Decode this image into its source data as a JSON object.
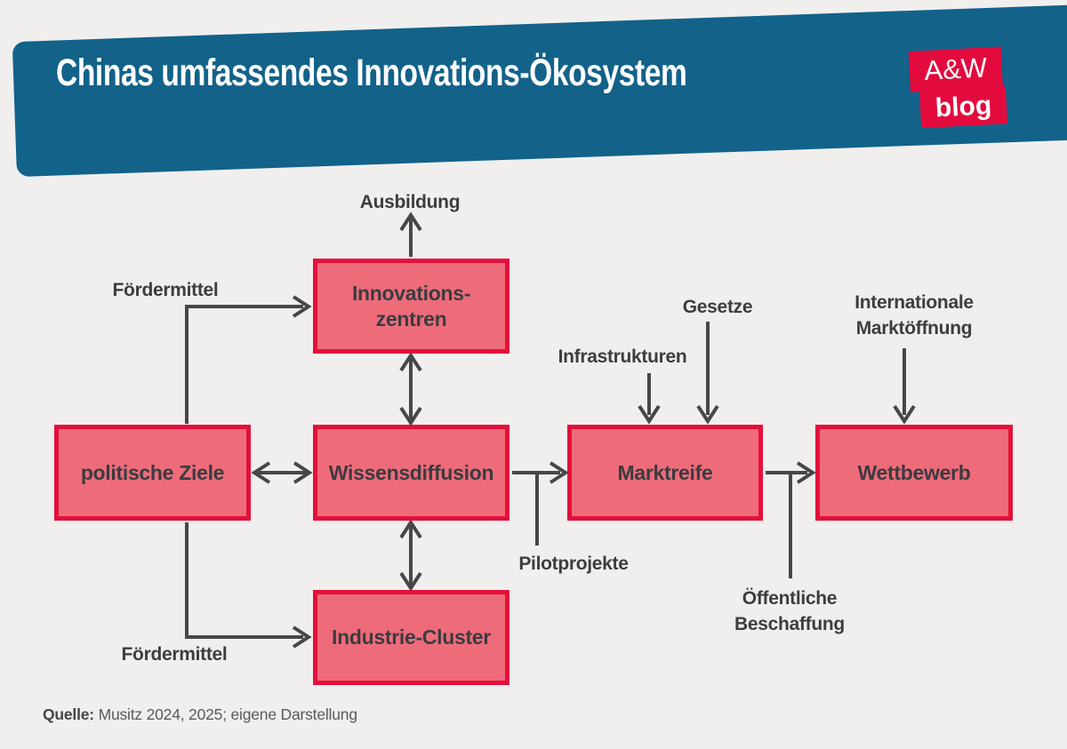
{
  "header": {
    "title": "Chinas umfassendes Innovations-Ökosystem"
  },
  "logo": {
    "line1": "A&W",
    "line2": "blog"
  },
  "diagram": {
    "boxes": {
      "innovationszentren_1": "Innovations-",
      "innovationszentren_2": "zentren",
      "politische_ziele": "politische Ziele",
      "wissensdiffusion": "Wissensdiffusion",
      "marktreife": "Marktreife",
      "wettbewerb": "Wettbewerb",
      "industrie_cluster": "Industrie-Cluster"
    },
    "external_labels": {
      "ausbildung": "Ausbildung",
      "foerdermittel_top": "Fördermittel",
      "infrastrukturen": "Infrastrukturen",
      "gesetze": "Gesetze",
      "internationale_1": "Internationale",
      "internationale_2": "Marktöffnung",
      "pilotprojekte": "Pilotprojekte",
      "oeffentliche_1": "Öffentliche",
      "oeffentliche_2": "Beschaffung",
      "foerdermittel_bottom": "Fördermittel"
    }
  },
  "footer": {
    "source_label": "Quelle:",
    "source_text": " Musitz 2024, 2025; eigene Darstellung"
  },
  "colors": {
    "header_bg": "#12628a",
    "logo_red": "#e30b3d",
    "box_border": "#e40f3b",
    "box_fill": "#ee6c7a",
    "arrow": "#474747",
    "text_dark": "#3a3b40",
    "label_text": "#3d3d3d",
    "background": "#f0efee"
  }
}
